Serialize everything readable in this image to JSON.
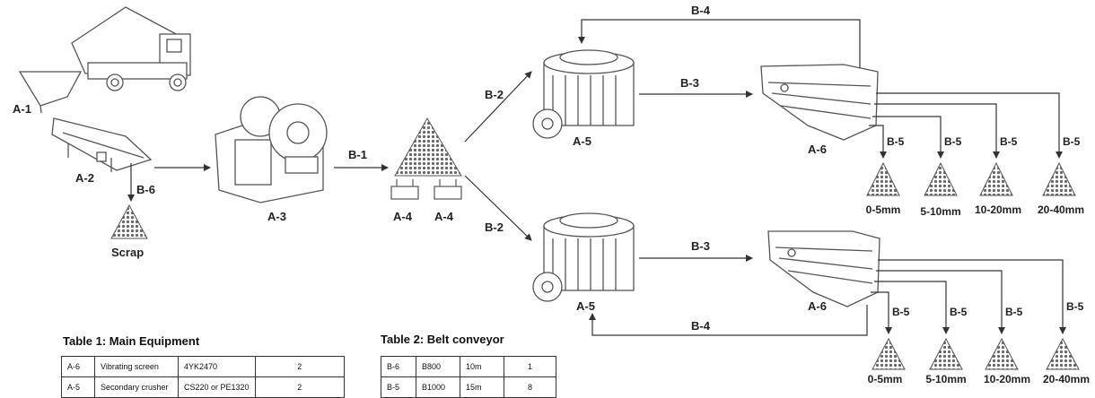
{
  "labels": {
    "a1": "A-1",
    "a2": "A-2",
    "a3": "A-3",
    "a4_left": "A-4",
    "a4_right": "A-4",
    "a5_top": "A-5",
    "a5_bottom": "A-5",
    "a6_top": "A-6",
    "a6_bottom": "A-6",
    "b1": "B-1",
    "b2_top": "B-2",
    "b2_bottom": "B-2",
    "b3_top": "B-3",
    "b3_bottom": "B-3",
    "b4_top": "B-4",
    "b4_bottom": "B-4",
    "b5": "B-5",
    "b6": "B-6",
    "scrap": "Scrap"
  },
  "outputs_top": [
    "0-5mm",
    "5-10mm",
    "10-20mm",
    "20-40mm"
  ],
  "outputs_bottom": [
    "0-5mm",
    "5-10mm",
    "10-20mm",
    "20-40mm"
  ],
  "table1": {
    "title": "Table 1: Main Equipment",
    "rows": [
      [
        "A-6",
        "Vibrating screen",
        "4YK2470",
        "2"
      ],
      [
        "A-5",
        "Secondary crusher",
        "CS220 or PE1320",
        "2"
      ]
    ]
  },
  "table2": {
    "title": "Table 2: Belt conveyor",
    "rows": [
      [
        "B-6",
        "B800",
        "10m",
        "1"
      ],
      [
        "B-5",
        "B1000",
        "15m",
        "8"
      ]
    ]
  },
  "colors": {
    "line": "#333333",
    "equipment": "#555555",
    "cone": "#777777"
  }
}
